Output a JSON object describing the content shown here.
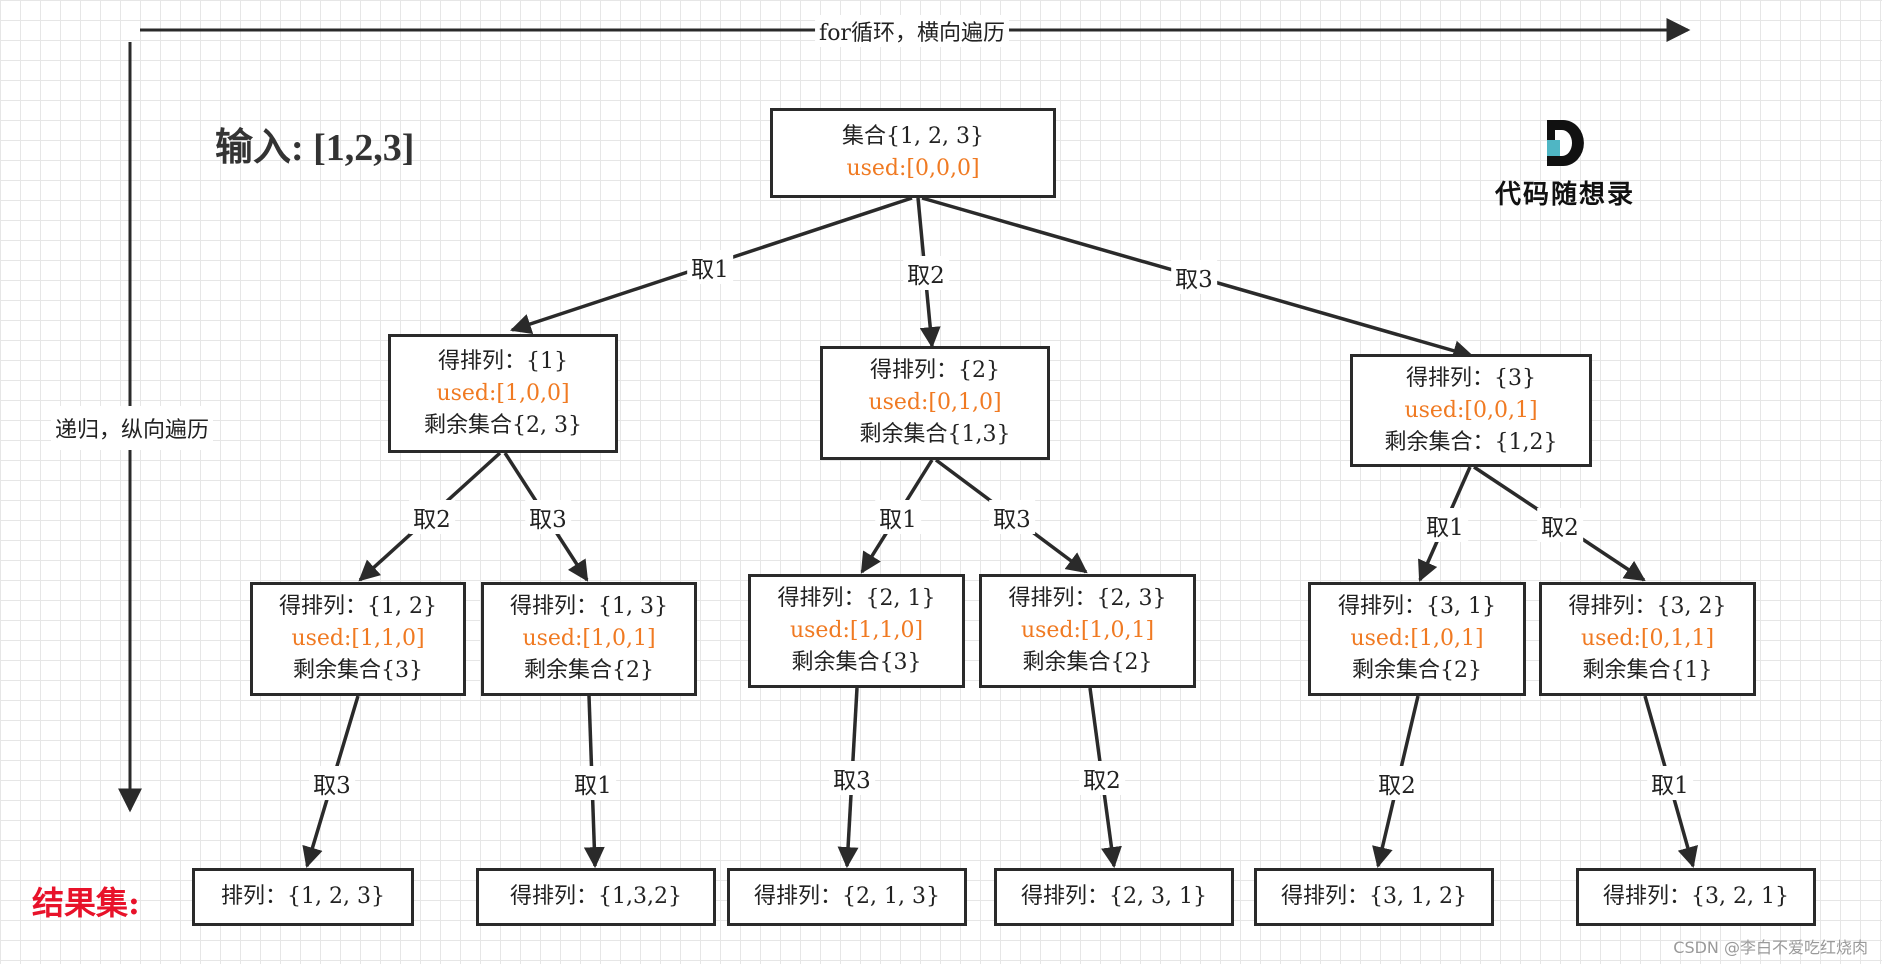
{
  "title": "输入: [1,2,3]",
  "axes": {
    "horizontal": "for循环，横向遍历",
    "vertical": "递归，纵向遍历"
  },
  "results_label": "结果集:",
  "logo_text": "代码随想录",
  "watermark": "CSDN @李白不爱吃红烧肉",
  "colors": {
    "used": "#f07a22",
    "results_label": "#e8122a",
    "border": "#2a2a2a",
    "logo_teal": "#4fb6c4"
  },
  "root": {
    "line1": "集合{1, 2, 3}",
    "used": "used:[0,0,0]"
  },
  "level1": [
    {
      "edge": "取1",
      "line1": "得排列：{1}",
      "used": "used:[1,0,0]",
      "line3": "剩余集合{2, 3}"
    },
    {
      "edge": "取2",
      "line1": "得排列：{2}",
      "used": "used:[0,1,0]",
      "line3": "剩余集合{1,3}"
    },
    {
      "edge": "取3",
      "line1": "得排列：{3}",
      "used": "used:[0,0,1]",
      "line3": "剩余集合：{1,2}"
    }
  ],
  "level2": [
    {
      "edge": "取2",
      "line1": "得排列：{1, 2}",
      "used": "used:[1,1,0]",
      "line3": "剩余集合{3}"
    },
    {
      "edge": "取3",
      "line1": "得排列：{1, 3}",
      "used": "used:[1,0,1]",
      "line3": "剩余集合{2}"
    },
    {
      "edge": "取1",
      "line1": "得排列：{2, 1}",
      "used": "used:[1,1,0]",
      "line3": "剩余集合{3}"
    },
    {
      "edge": "取3",
      "line1": "得排列：{2, 3}",
      "used": "used:[1,0,1]",
      "line3": "剩余集合{2}"
    },
    {
      "edge": "取1",
      "line1": "得排列：{3, 1}",
      "used": "used:[1,0,1]",
      "line3": "剩余集合{2}"
    },
    {
      "edge": "取2",
      "line1": "得排列：{3, 2}",
      "used": "used:[0,1,1]",
      "line3": "剩余集合{1}"
    }
  ],
  "results": [
    {
      "edge": "取3",
      "text": "排列：{1, 2, 3}"
    },
    {
      "edge": "取1",
      "text": "得排列：{1,3,2}"
    },
    {
      "edge": "取3",
      "text": "得排列：{2, 1, 3}"
    },
    {
      "edge": "取2",
      "text": "得排列：{2, 3, 1}"
    },
    {
      "edge": "取2",
      "text": "得排列：{3, 1, 2}"
    },
    {
      "edge": "取1",
      "text": "得排列：{3, 2, 1}"
    }
  ]
}
